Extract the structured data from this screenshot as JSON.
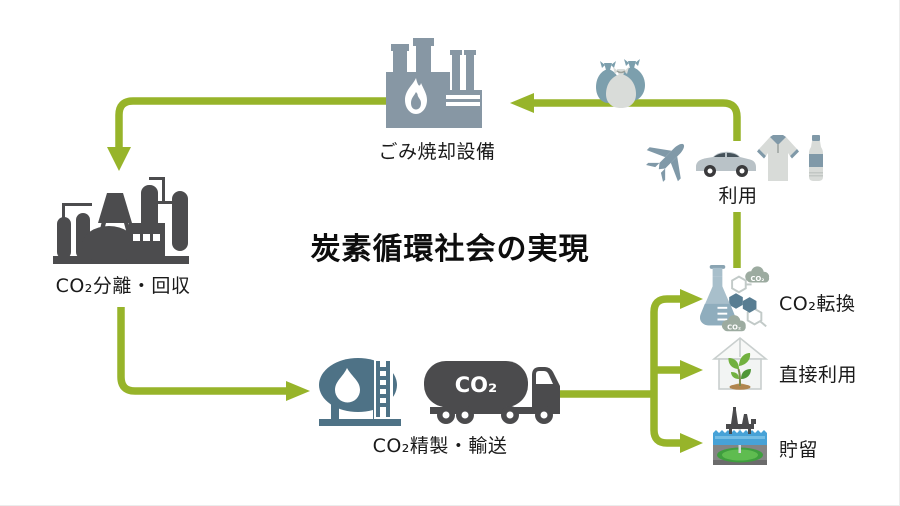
{
  "title": "炭素循環社会の実現",
  "colors": {
    "arrow": "#97b42a",
    "blue_gray": "#8797a4",
    "dark_gray": "#4c4c4e",
    "steel": "#4e7286"
  },
  "nodes": {
    "incinerator": {
      "label": "ごみ焼却設備",
      "icon": "incinerator-factory-icon"
    },
    "separation": {
      "label": "CO₂分離・回収",
      "icon": "chemical-plant-icon"
    },
    "refining": {
      "label": "CO₂精製・輸送",
      "icons": [
        "storage-tank-icon",
        "tanker-truck-icon"
      ],
      "truck_text": "CO₂"
    },
    "use": {
      "label": "利用",
      "icons": [
        "trash-bags-icon",
        "airplane-icon",
        "car-icon",
        "shirt-icon",
        "bottle-icon"
      ]
    },
    "conversion": {
      "label": "CO₂転換",
      "icon": "flask-molecules-icon",
      "cloud_text": "CO₂"
    },
    "direct_use": {
      "label": "直接利用",
      "icon": "greenhouse-plant-icon"
    },
    "storage": {
      "label": "貯留",
      "icon": "underground-storage-icon"
    }
  }
}
